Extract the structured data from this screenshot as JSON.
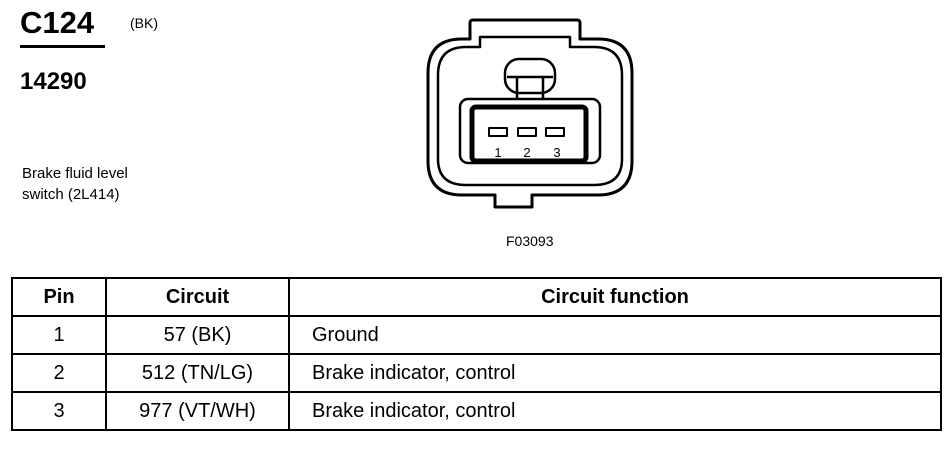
{
  "connector": {
    "id": "C124",
    "color": "(BK)",
    "part_number": "14290",
    "description_line1": "Brake fluid level",
    "description_line2": "switch (2L414)",
    "figure_id": "F03093",
    "pin_labels": [
      "1",
      "2",
      "3"
    ]
  },
  "table": {
    "headers": {
      "pin": "Pin",
      "circuit": "Circuit",
      "function": "Circuit function"
    },
    "rows": [
      {
        "pin": "1",
        "circuit": "57 (BK)",
        "function": "Ground"
      },
      {
        "pin": "2",
        "circuit": "512 (TN/LG)",
        "function": "Brake indicator, control"
      },
      {
        "pin": "3",
        "circuit": "977 (VT/WH)",
        "function": "Brake indicator, control"
      }
    ]
  }
}
